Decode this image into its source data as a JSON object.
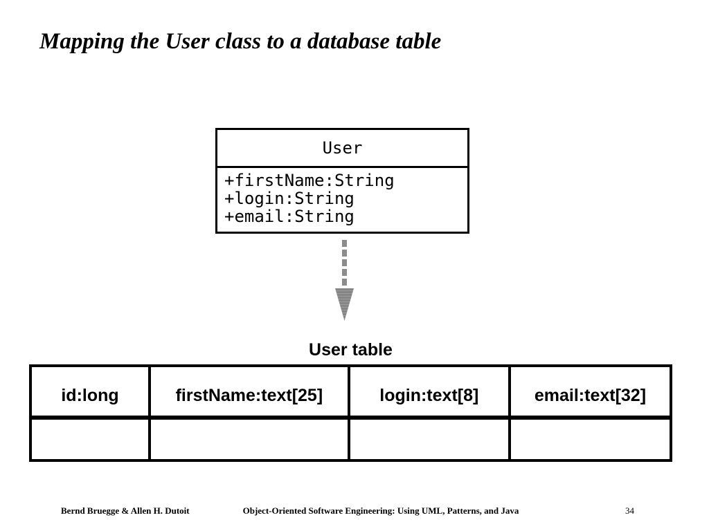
{
  "slide": {
    "title": "Mapping the User class to a database table",
    "uml_class": {
      "name": "User",
      "attributes": [
        "+firstName:String",
        "+login:String",
        "+email:String"
      ]
    },
    "arrow": {
      "meaning": "maps-to",
      "direction": "down",
      "style": "dashed"
    },
    "db_table": {
      "caption": "User table",
      "columns": [
        "id:long",
        "firstName:text[25]",
        "login:text[8]",
        "email:text[32]"
      ],
      "rows": [
        [
          "",
          "",
          "",
          ""
        ]
      ]
    },
    "footer": {
      "left": "Bernd Bruegge & Allen H. Dutoit",
      "center": "Object-Oriented Software Engineering: Using UML, Patterns, and Java",
      "page_number": "34"
    }
  },
  "colors": {
    "background": "#ffffff",
    "text": "#000000",
    "border": "#000000",
    "arrow": "#8c8c8c"
  }
}
